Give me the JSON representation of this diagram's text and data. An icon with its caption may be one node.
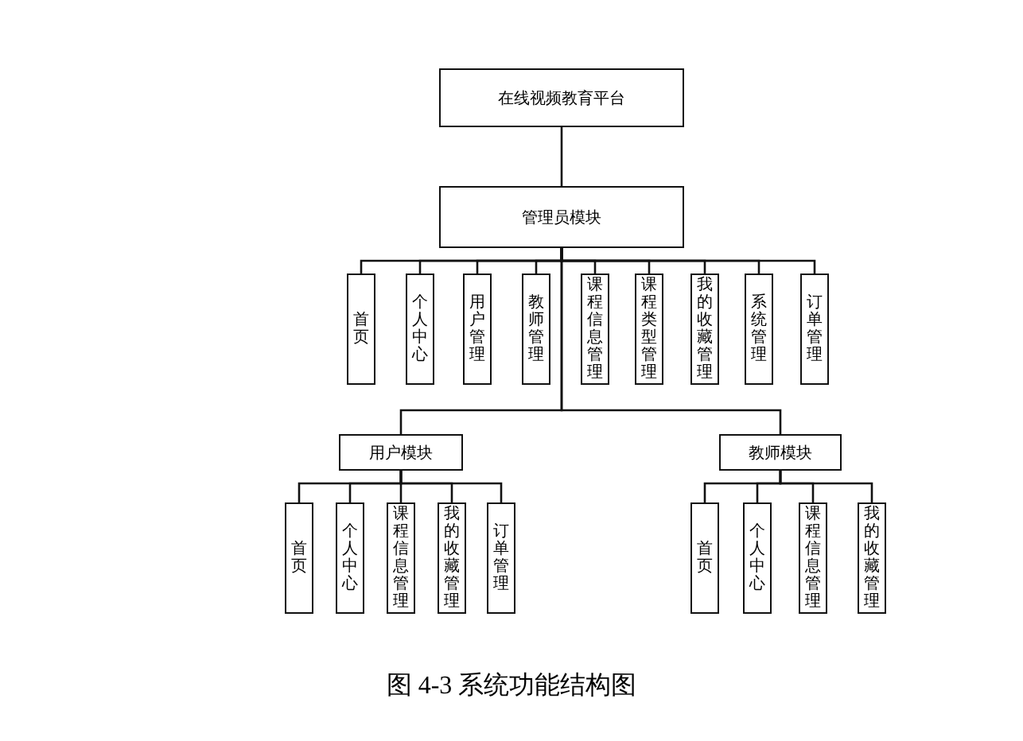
{
  "diagram": {
    "caption": "图 4-3 系统功能结构图",
    "nodes": [
      {
        "text": [
          "在线视频教育平台"
        ]
      },
      {
        "text": [
          "管理员模块"
        ]
      },
      {
        "text": [
          "首页"
        ]
      },
      {
        "text": [
          "个人中心"
        ]
      },
      {
        "text": [
          "用户管理"
        ]
      },
      {
        "text": [
          "教师管理"
        ]
      },
      {
        "text": [
          "课程信息管理"
        ]
      },
      {
        "text": [
          "课程类型管理"
        ]
      },
      {
        "text": [
          "我的收藏管理"
        ]
      },
      {
        "text": [
          "系统管理"
        ]
      },
      {
        "text": [
          "订单管理"
        ]
      },
      {
        "text": [
          "用户模块"
        ]
      },
      {
        "text": [
          "首页"
        ]
      },
      {
        "text": [
          "个人中心"
        ]
      },
      {
        "text": [
          "课程信息管理"
        ]
      },
      {
        "text": [
          "我的收藏管理"
        ]
      },
      {
        "text": [
          "订单管理"
        ]
      },
      {
        "text": [
          "教师模块"
        ]
      },
      {
        "text": [
          "首页"
        ]
      },
      {
        "text": [
          "个人中心"
        ]
      },
      {
        "text": [
          "课程信息管理"
        ]
      },
      {
        "text": [
          "我的收藏管理"
        ]
      }
    ],
    "edges": [
      {
        "from": 0,
        "to": 1,
        "arrow": "none"
      },
      {
        "from": 1,
        "to": 2,
        "arrow": "none"
      },
      {
        "from": 1,
        "to": 3,
        "arrow": "none"
      },
      {
        "from": 1,
        "to": 4,
        "arrow": "none"
      },
      {
        "from": 1,
        "to": 5,
        "arrow": "none"
      },
      {
        "from": 1,
        "to": 6,
        "arrow": "none"
      },
      {
        "from": 1,
        "to": 7,
        "arrow": "none"
      },
      {
        "from": 1,
        "to": 8,
        "arrow": "none"
      },
      {
        "from": 1,
        "to": 9,
        "arrow": "none"
      },
      {
        "from": 1,
        "to": 10,
        "arrow": "none"
      },
      {
        "from": 1,
        "to": 11,
        "arrow": "none"
      },
      {
        "from": 1,
        "to": 17,
        "arrow": "none"
      },
      {
        "from": 11,
        "to": 12,
        "arrow": "none"
      },
      {
        "from": 11,
        "to": 13,
        "arrow": "none"
      },
      {
        "from": 11,
        "to": 14,
        "arrow": "none"
      },
      {
        "from": 11,
        "to": 15,
        "arrow": "none"
      },
      {
        "from": 11,
        "to": 16,
        "arrow": "none"
      },
      {
        "from": 17,
        "to": 18,
        "arrow": "none"
      },
      {
        "from": 17,
        "to": 19,
        "arrow": "none"
      },
      {
        "from": 17,
        "to": 20,
        "arrow": "none"
      },
      {
        "from": 17,
        "to": 21,
        "arrow": "none"
      }
    ]
  }
}
